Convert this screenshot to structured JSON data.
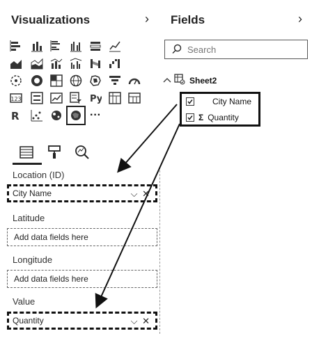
{
  "visualizations": {
    "title": "Visualizations",
    "icons": [
      "stacked-bar-chart-icon",
      "stacked-column-chart-icon",
      "clustered-bar-chart-icon",
      "clustered-column-chart-icon",
      "100-stacked-bar-chart-icon",
      "line-chart-icon",
      "area-chart-icon",
      "stacked-area-chart-icon",
      "line-column-chart-icon",
      "line-clustered-column-chart-icon",
      "ribbon-chart-icon",
      "waterfall-chart-icon",
      "scatter-chart-icon",
      "donut-chart-icon",
      "treemap-icon",
      "globe-map-icon",
      "filled-map-icon",
      "funnel-icon",
      "gauge-icon",
      "card-icon",
      "multi-row-card-icon",
      "kpi-icon",
      "slicer-icon",
      "table-icon",
      "matrix-icon",
      "r-visual-icon",
      "python-visual-icon",
      "key-influencers-icon",
      "map-visual-icon",
      "more-visuals-icon"
    ],
    "more_label": "···",
    "tabs": [
      "fields-tab-icon",
      "format-tab-icon",
      "analytics-tab-icon"
    ],
    "wells": [
      {
        "label": "Location (ID)",
        "value": "City Name",
        "filled": true
      },
      {
        "label": "Latitude",
        "placeholder": "Add data fields here",
        "filled": false
      },
      {
        "label": "Longitude",
        "placeholder": "Add data fields here",
        "filled": false
      },
      {
        "label": "Value",
        "value": "Quantity",
        "filled": true
      }
    ],
    "well_actions": {
      "expand": "⌵",
      "remove": "✕"
    }
  },
  "fields": {
    "title": "Fields",
    "search_placeholder": "Search",
    "table": "Sheet2",
    "items": [
      {
        "name": "City Name",
        "checked": true,
        "sigma": false
      },
      {
        "name": "Quantity",
        "checked": true,
        "sigma": true,
        "sigma_glyph": "Σ"
      }
    ]
  },
  "chevron": "›"
}
